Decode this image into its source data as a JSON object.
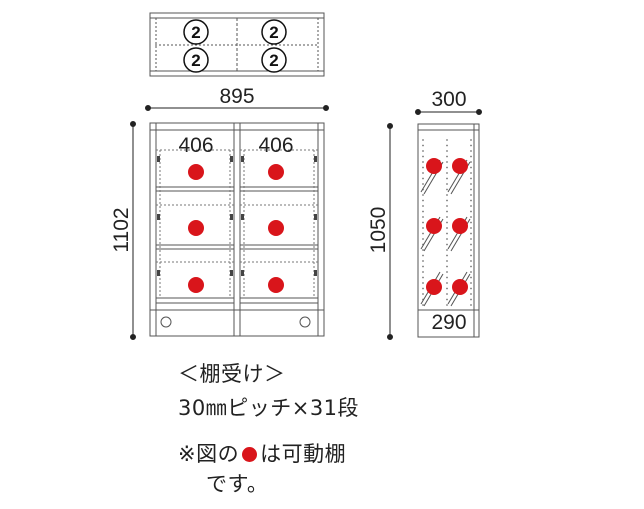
{
  "top_view": {
    "labels": [
      "2",
      "2",
      "2",
      "2"
    ]
  },
  "front_view": {
    "width": "895",
    "height": "1102",
    "inner_width_left": "406",
    "inner_width_right": "406"
  },
  "side_view": {
    "width": "300",
    "height": "1050",
    "inner_depth": "290"
  },
  "notes": {
    "shelf_support_heading": "＜棚受け＞",
    "shelf_support_spec": "30㎜ピッチ×31段",
    "legend_prefix": "※図の",
    "legend_suffix": "は可動棚",
    "legend_line2": "です。"
  },
  "colors": {
    "movable_shelf": "#d9151b",
    "line": "#555555"
  }
}
